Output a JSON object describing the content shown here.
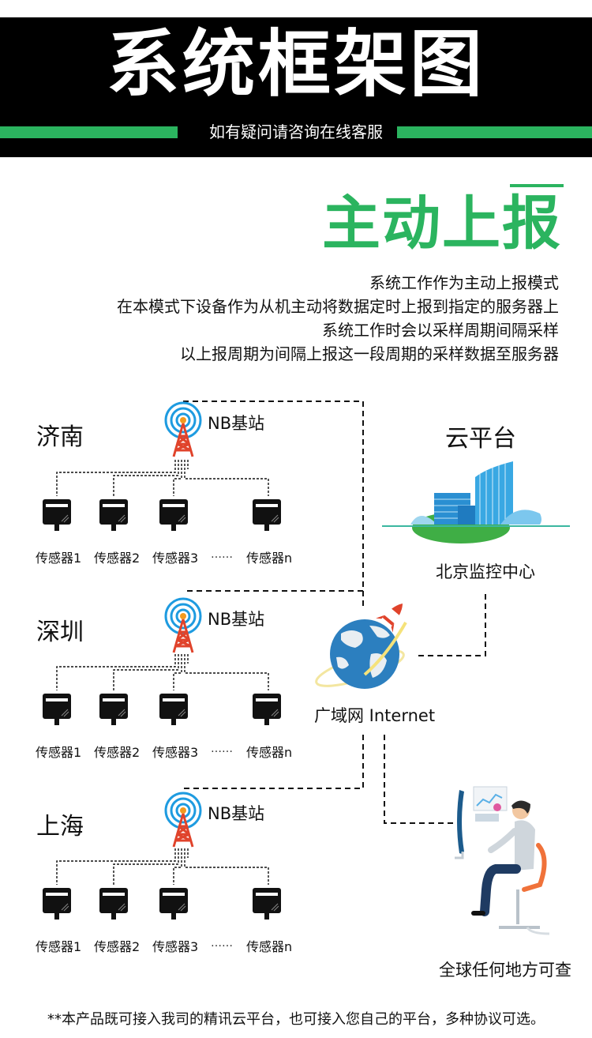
{
  "header": {
    "title": "系统框架图",
    "subtitle": "如有疑问请咨询在线客服",
    "accent_color": "#2bb45f"
  },
  "mode": {
    "title": "主动上报",
    "lines": [
      "系统工作作为主动上报模式",
      "在本模式下设备作为从机主动将数据定时上报到指定的服务器上",
      "系统工作时会以采样周期间隔采样",
      "以上报周期为间隔上报这一段周期的采样数据至服务器"
    ]
  },
  "groups": [
    {
      "city": "济南",
      "station": "NB基站",
      "sensors": [
        "传感器1",
        "传感器2",
        "传感器3",
        "传感器n"
      ],
      "ellipsis": "……"
    },
    {
      "city": "深圳",
      "station": "NB基站",
      "sensors": [
        "传感器1",
        "传感器2",
        "传感器3",
        "传感器n"
      ],
      "ellipsis": "……"
    },
    {
      "city": "上海",
      "station": "NB基站",
      "sensors": [
        "传感器1",
        "传感器2",
        "传感器3",
        "传感器n"
      ],
      "ellipsis": "……"
    }
  ],
  "cloud": {
    "title": "云平台",
    "label": "北京监控中心"
  },
  "internet": {
    "label": "广域网 Internet"
  },
  "user": {
    "label": "全球任何地方可查"
  },
  "footer": "**本产品既可接入我司的精讯云平台，也可接入您自己的平台，多种协议可选。",
  "icons": {
    "tower": "cell-tower-icon",
    "sensor": "sensor-device-icon",
    "cloud": "city-buildings-icon",
    "internet": "globe-rocket-icon",
    "user": "person-computer-icon"
  }
}
